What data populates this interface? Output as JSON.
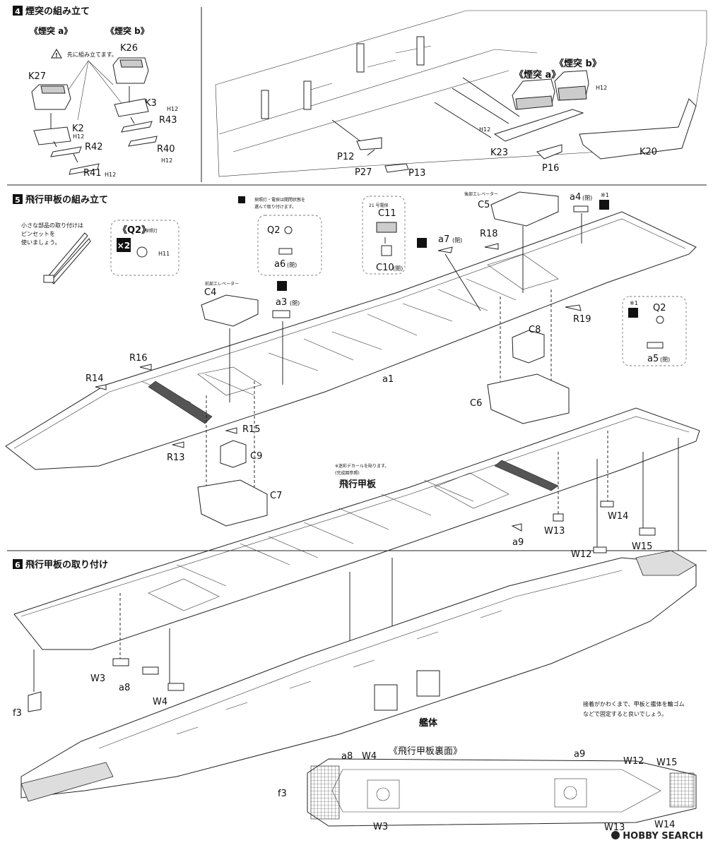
{
  "step4": {
    "number": "4",
    "title": "煙突の組み立て",
    "funnel_a": "《煙突 a》",
    "funnel_b": "《煙突 b》",
    "caution": "先に組み立てます。",
    "parts": [
      "K27",
      "K26",
      "K3",
      "H12",
      "R43",
      "K2",
      "H12",
      "R42",
      "R40",
      "H12",
      "R41",
      "H12"
    ],
    "hull_parts": [
      "《煙突 a》",
      "《煙突 b》",
      "H12",
      "H12",
      "K23",
      "K20",
      "P12",
      "P27",
      "P13",
      "P16"
    ]
  },
  "step5": {
    "number": "5",
    "title": "飛行甲板の組み立て",
    "tweezers_note": "小さな部品の取り付けは\nピンセットを\n使いましょう。",
    "q2_label": "《Q2》",
    "q2_sub": "探照灯",
    "times": "×2",
    "h11": "H11",
    "light_note": "探照灯・電探は開閉状態を\n選んで取り付けます。",
    "q2": "Q2",
    "a6": "a6",
    "a6_state": "(閉)",
    "a3": "a3",
    "a3_state": "(閉)",
    "radar_21": "21 号電探",
    "c11": "C11",
    "c10": "C10",
    "c10_state": "(閉)",
    "a7": "a7",
    "a7_state": "(閉)",
    "rear_elevator": "後部エレベーター",
    "c5": "C5",
    "a4": "a4",
    "a4_state": "(閉)",
    "note1": "※1",
    "r18": "R18",
    "r19": "R19",
    "front_elevator": "前部エレベーター",
    "c4": "C4",
    "c8": "C8",
    "c6": "C6",
    "a1": "a1",
    "r16": "R16",
    "r14": "R14",
    "r15": "R15",
    "r13": "R13",
    "c9": "C9",
    "c7": "C7",
    "a5": "a5",
    "a5_state": "(閉)",
    "decal_note": "※迷彩デカールを貼ります。\n(完成図参照)",
    "deck_label": "飛行甲板"
  },
  "step6": {
    "number": "6",
    "title": "飛行甲板の取り付け",
    "w13": "W13",
    "w14": "W14",
    "a9": "a9",
    "w12": "W12",
    "w15": "W15",
    "w3": "W3",
    "a8": "a8",
    "w4": "W4",
    "f3": "f3",
    "hull_label": "艦体",
    "glue_note": "接着がかわくまで、甲板と艦体を輪ゴム\nなどで固定すると良いでしょう。",
    "underside_title": "《飛行甲板裏面》",
    "under_a8": "a8",
    "under_w4": "W4",
    "under_a9": "a9",
    "under_w12": "W12",
    "under_w15": "W15",
    "under_f3": "f3",
    "under_w3": "W3",
    "under_w13": "W13",
    "under_w14": "W14"
  },
  "logo": "HOBBY SEARCH"
}
